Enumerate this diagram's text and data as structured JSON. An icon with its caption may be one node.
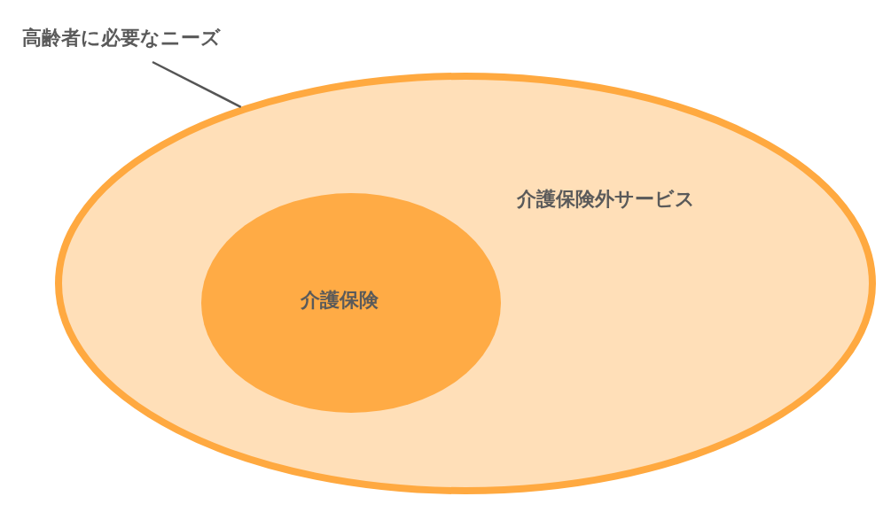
{
  "diagram": {
    "nodes": [
      {
        "text": [
          "高齢者に必要なニーズ"
        ]
      },
      {
        "text": [
          "介護保険外サービス"
        ]
      },
      {
        "text": [
          "介護保険"
        ],
        "in": 1
      }
    ],
    "edges": [
      {
        "from": 0,
        "to": 1,
        "arrow": "none"
      }
    ]
  }
}
